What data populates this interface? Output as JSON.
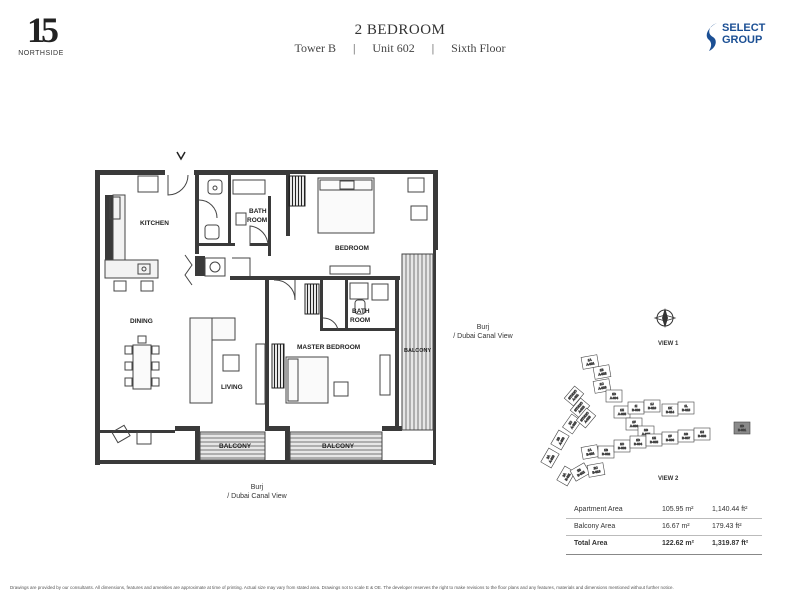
{
  "header": {
    "logo_number": "15",
    "logo_text": "NORTHSIDE",
    "title": "2 BEDROOM",
    "tower": "Tower B",
    "unit": "Unit 602",
    "floor": "Sixth Floor",
    "separator": "|",
    "brand_line1": "SELECT",
    "brand_line2": "GROUP"
  },
  "rooms": {
    "kitchen": "KITCHEN",
    "bath1_line1": "BATH",
    "bath1_line2": "ROOM",
    "bedroom": "BEDROOM",
    "dining": "DINING",
    "living": "LIVING",
    "bath2_line1": "BATH",
    "bath2_line2": "ROOM",
    "master": "MASTER BEDROOM",
    "balcony_right": "BALCONY",
    "balcony_bottom1": "BALCONY",
    "balcony_bottom2": "BALCONY"
  },
  "views": {
    "right_line1": "Burj",
    "right_line2": "/ Dubai Canal View",
    "bottom_line1": "Burj",
    "bottom_line2": "/ Dubai Canal View",
    "view1": "VIEW 1",
    "view2": "VIEW 2"
  },
  "keyplan": {
    "units": [
      "2A A-610",
      "2B A-609",
      "2C A-608",
      "1A A-601",
      "1B A-602",
      "1C A-603",
      "1D A-604",
      "1E A-605",
      "1F A-606",
      "1G A-607",
      "STUDIO A-611",
      "STUDIO A-612",
      "STUDIO A-613",
      "1A B-601",
      "1B B-602",
      "1C B-603",
      "1D B-604",
      "1E B-605",
      "1F B-606",
      "1G B-607",
      "1H B-608",
      "1I B-609",
      "1J B-610",
      "2A B-611",
      "2B B-612",
      "2C B-613",
      "1K B-614",
      "1L B-615",
      "2D B-601"
    ]
  },
  "areas": {
    "rows": [
      {
        "label": "Apartment Area",
        "sqm": "105.95 m²",
        "sqft": "1,140.44 ft²"
      },
      {
        "label": "Balcony Area",
        "sqm": "16.67 m²",
        "sqft": "179.43 ft²"
      }
    ],
    "total": {
      "label": "Total Area",
      "sqm": "122.62 m²",
      "sqft": "1,319.87 ft²"
    }
  },
  "disclaimer": "Drawings are provided by our consultants. All dimensions, features and amenities are approximate at time of printing. Actual size may vary from stated area. Drawings not to scale E & OE. The developer reserves the right to make revisions to the floor plans and any features, materials and dimensions mentioned without further notice.",
  "colors": {
    "brand": "#1b4f94",
    "wall": "#3a3a3a",
    "highlight": "#8a8a8a"
  }
}
